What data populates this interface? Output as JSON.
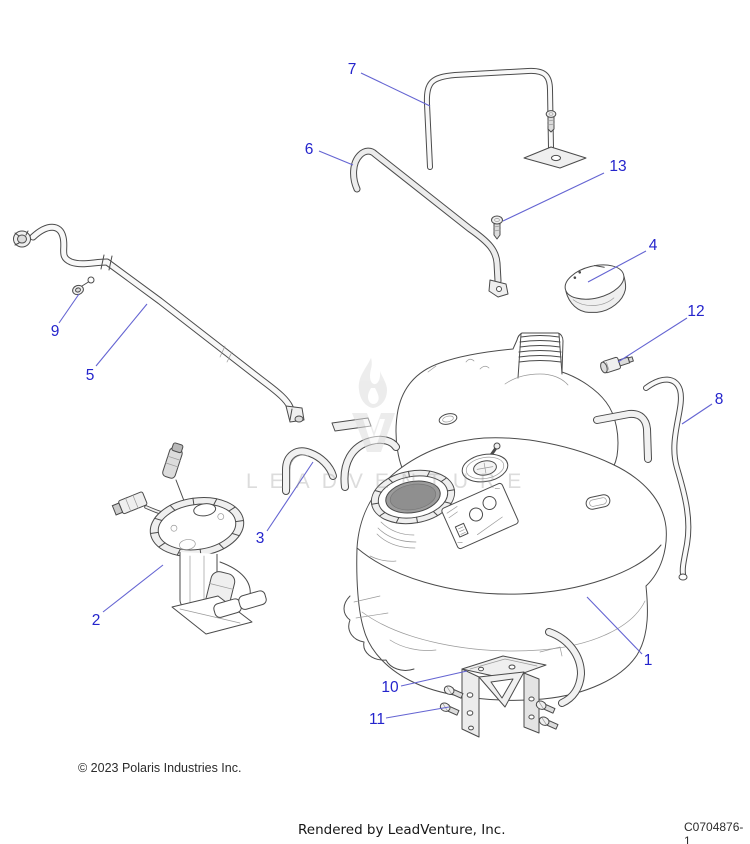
{
  "watermark_text": "LEADVENTURE",
  "footer": {
    "copyright": "© 2023 Polaris Industries Inc.",
    "rendered_by": "Rendered by LeadVenture, Inc.",
    "drawing_code": "C0704876-1"
  },
  "colors": {
    "callout_text": "#2424cc",
    "leader_line": "#6464d2",
    "line_art": "#4b4b4b",
    "watermark": "#e2e2e2",
    "background": "#ffffff"
  },
  "callouts": [
    {
      "label": "1"
    },
    {
      "label": "2"
    },
    {
      "label": "3"
    },
    {
      "label": "4"
    },
    {
      "label": "5"
    },
    {
      "label": "6"
    },
    {
      "label": "7"
    },
    {
      "label": "8"
    },
    {
      "label": "9"
    },
    {
      "label": "10"
    },
    {
      "label": "11"
    },
    {
      "label": "12"
    },
    {
      "label": "13"
    }
  ]
}
